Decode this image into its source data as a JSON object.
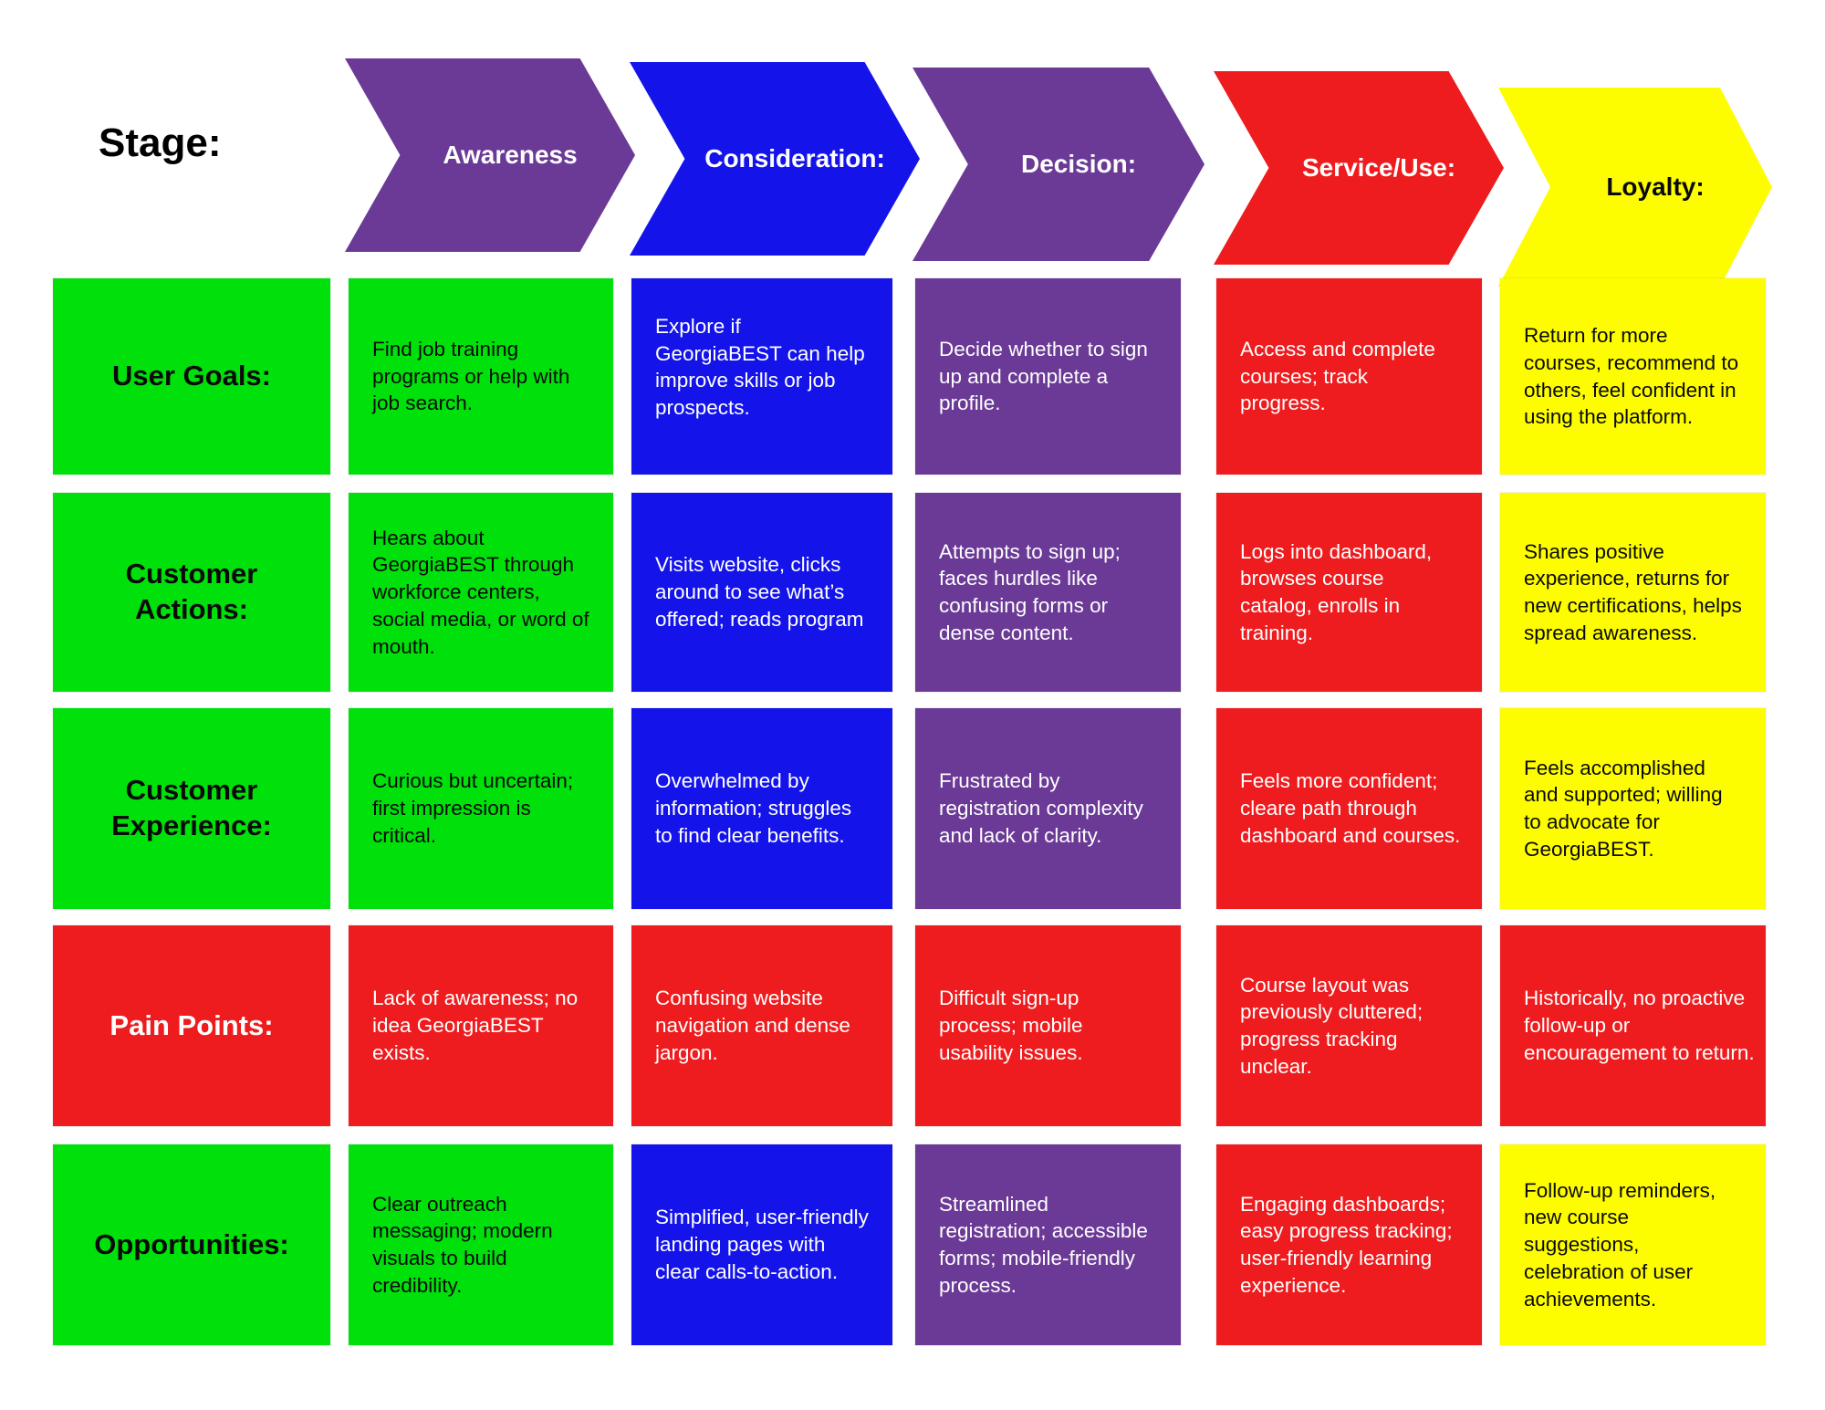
{
  "palette": {
    "green": "#00E10B",
    "blue": "#1414EA",
    "purple": "#6B3A96",
    "red": "#EE1C1E",
    "yellow": "#FDFD00",
    "black": "#0A0A0A",
    "white": "#FFFFFF"
  },
  "stage_row": {
    "label": "Stage:",
    "stages": [
      {
        "label": "Awareness"
      },
      {
        "label": "Consideration:"
      },
      {
        "label": "Decision:"
      },
      {
        "label": "Service/Use:"
      },
      {
        "label": "Loyalty:"
      }
    ]
  },
  "rows": [
    {
      "label": "User Goals:",
      "cells": [
        {
          "text": "Find job training programs or help with job search."
        },
        {
          "text": "Explore if GeorgiaBEST can help improve skills or job prospects."
        },
        {
          "text": "Decide whether to sign up and complete a profile."
        },
        {
          "text": "Access and complete courses; track progress."
        },
        {
          "text": "Return for more courses, recommend to others, feel confident in using the platform."
        }
      ]
    },
    {
      "label": "Customer Actions:",
      "cells": [
        {
          "text": "Hears about GeorgiaBEST through workforce centers, social media, or word of mouth."
        },
        {
          "text": "Visits website, clicks around to see what’s offered; reads program"
        },
        {
          "text": "Attempts to sign up; faces hurdles like confusing forms or dense content."
        },
        {
          "text": "Logs into dashboard, browses course catalog, enrolls in training."
        },
        {
          "text": "Shares positive experience, returns for new certifications, helps spread awareness."
        }
      ]
    },
    {
      "label": "Customer Experience:",
      "cells": [
        {
          "text": "Curious but uncertain; first impression is critical."
        },
        {
          "text": "Overwhelmed by information; struggles to find clear benefits."
        },
        {
          "text": "Frustrated by registration complexity and lack of clarity."
        },
        {
          "text": "Feels more confident; cleare path through dashboard and courses."
        },
        {
          "text": "Feels accomplished and supported; willing to advocate for GeorgiaBEST."
        }
      ]
    },
    {
      "label": "Pain Points:",
      "cells": [
        {
          "text": "Lack of awareness; no idea GeorgiaBEST exists."
        },
        {
          "text": "Confusing website navigation and dense jargon."
        },
        {
          "text": "Difficult sign-up process; mobile usability issues."
        },
        {
          "text": "Course layout was previously cluttered; progress tracking unclear."
        },
        {
          "text": "Historically, no proactive follow-up or encouragement to return."
        }
      ]
    },
    {
      "label": "Opportunities:",
      "cells": [
        {
          "text": "Clear outreach messaging; modern visuals to build credibility."
        },
        {
          "text": "Simplified, user-friendly landing pages with clear calls-to-action."
        },
        {
          "text": "Streamlined registration; accessible forms; mobile-friendly process."
        },
        {
          "text": "Engaging dashboards; easy progress tracking; user-friendly learning experience."
        },
        {
          "text": "Follow-up reminders, new course suggestions, celebration of user achievements."
        }
      ]
    }
  ]
}
